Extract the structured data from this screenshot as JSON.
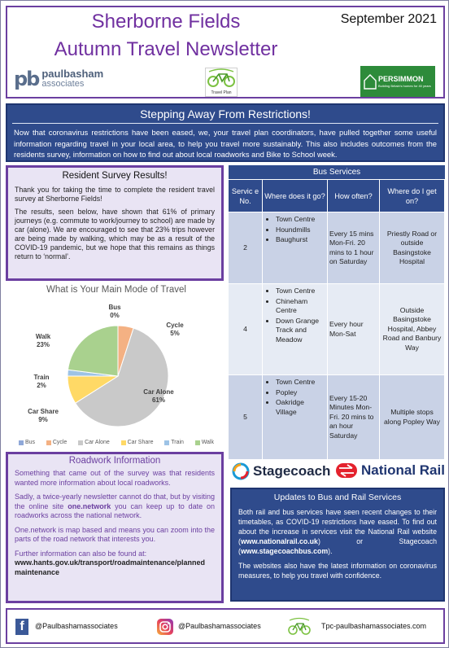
{
  "header": {
    "title_line1": "Sherborne Fields",
    "title_line2": "Autumn Travel Newsletter",
    "date": "September 2021",
    "logo_pb_mark": "pb",
    "logo_pb_name": "paulbasham",
    "logo_pb_sub": "associates",
    "logo_tp_caption": "Travel Plan",
    "logo_persimmon_name": "PERSIMMON",
    "logo_persimmon_tag": "Building Britain's homes for 40 years"
  },
  "stepping": {
    "title": "Stepping Away From Restrictions!",
    "body": "Now that coronavirus restrictions have been eased, we, your travel plan coordinators, have pulled together some useful information regarding travel in your local area, to help you travel more sustainably. This also includes outcomes from the residents survey, information on how to find out about local roadworks and Bike to School week."
  },
  "survey": {
    "title": "Resident Survey Results!",
    "p1": "Thank you for taking the time to complete the resident travel survey at Sherborne Fields!",
    "p2": "The results, seen below, have shown that 61% of primary journeys (e.g. commute to work/journey to school) are made by car (alone). We are encouraged to see that 23% trips however are being made by walking, which may be as a result of the COVID-19 pandemic, but we hope that this remains as things return to ‘normal’."
  },
  "chart_data": {
    "type": "pie",
    "title": "What is Your Main Mode of Travel",
    "categories": [
      "Bus",
      "Cycle",
      "Car Alone",
      "Car Share",
      "Train",
      "Walk"
    ],
    "values": [
      0,
      5,
      61,
      9,
      2,
      23
    ],
    "data_labels": [
      "Bus\n0%",
      "Cycle\n5%",
      "Car Alone\n61%",
      "Car Share\n9%",
      "Train\n2%",
      "Walk\n23%"
    ],
    "colors": [
      "#8fa8d8",
      "#f4b183",
      "#c9c9c9",
      "#ffd966",
      "#9dc3e6",
      "#a9d18e"
    ],
    "legend_placement": "bottom"
  },
  "roadwork": {
    "title": "Roadwork Information",
    "p1": "Something that came out of the survey was that residents wanted more information about local roadworks.",
    "p2_before": "Sadly, a twice-yearly newsletter cannot do that, but by visiting the online site ",
    "p2_link": "one.network",
    "p2_after": " you can keep up to date on roadworks across the national network.",
    "p3": "One.network is map based and means you can zoom into the parts of the road network that interests you.",
    "p4": "Further information can also be found at:",
    "url": "www.hants.gov.uk/transport/roadmaintenance/planned maintenance"
  },
  "bus": {
    "title": "Bus Services",
    "columns": [
      "Servic e No.",
      "Where does it go?",
      "How often?",
      "Where do I get on?"
    ],
    "rows": [
      {
        "no": "2",
        "places": [
          "Town Centre",
          "Houndmills",
          "Baughurst"
        ],
        "freq": "Every 15 mins Mon-Fri. 20 mins to 1 hour on Saturday",
        "stop": "Priestly Road or outside Basingstoke Hospital"
      },
      {
        "no": "4",
        "places": [
          "Town Centre",
          "Chineham Centre",
          "Down Grange Track and Meadow"
        ],
        "freq": "Every hour Mon-Sat",
        "stop": "Outside Basingstoke Hospital, Abbey Road and Banbury Way"
      },
      {
        "no": "5",
        "places": [
          "Town Centre",
          "Popley",
          "Oakridge Village"
        ],
        "freq": "Every 15-20 Minutes Mon-Fri. 20 mins to an hour Saturday",
        "stop": "Multiple stops along Popley Way"
      }
    ]
  },
  "logos": {
    "stagecoach": "Stagecoach",
    "national_rail": "National Rail"
  },
  "updates": {
    "title": "Updates to Bus and Rail Services",
    "p1_before": "Both rail and bus services have seen recent changes to their timetables, as COVID-19 restrictions have eased. To find out about the increase in services visit the National Rail website (",
    "p1_link1": "www.nationalrail.co.uk",
    "p1_mid": ") or Stagecoach (",
    "p1_link2": "www.stagecoachbus.com",
    "p1_after": ").",
    "p2": "The websites also have the latest information on coronavirus measures, to help you travel with confidence."
  },
  "footer": {
    "facebook": "@Paulbashamassociates",
    "instagram": "@Paulbashamassociates",
    "website": "Tpc-paulbashamassociates.com"
  }
}
